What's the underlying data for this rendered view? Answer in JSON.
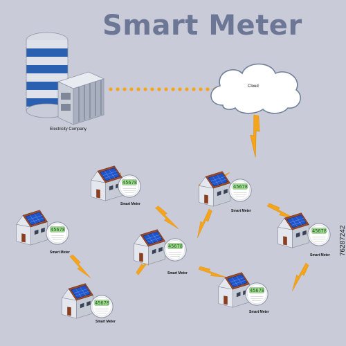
{
  "title": "Smart Meter",
  "company_label": "Electricity Company",
  "cloud_label": "Cloud",
  "meter_label": "Smart Meter",
  "meter_reading": "45678",
  "meter_face_text": "Smart Meter",
  "watermark": "76287242",
  "houses": [
    {
      "id": "house-1",
      "label": "Smart Meter"
    },
    {
      "id": "house-2",
      "label": "Smart Meter"
    },
    {
      "id": "house-3",
      "label": "Smart Meter"
    },
    {
      "id": "house-4",
      "label": "Smart Meter"
    },
    {
      "id": "house-5",
      "label": "Smart Meter"
    },
    {
      "id": "house-6",
      "label": "Smart Meter"
    },
    {
      "id": "house-7",
      "label": "Smart Meter"
    }
  ],
  "colors": {
    "background": "#c9ccd8",
    "title": "#6c7796",
    "bolt": "#f5a51b",
    "link_dots": "#f5a51b",
    "solar_panel": "#1f55c9",
    "roof": "#9a4a2e",
    "meter_lcd": "#9fd98a",
    "server_blue": "#2b5fb0"
  }
}
